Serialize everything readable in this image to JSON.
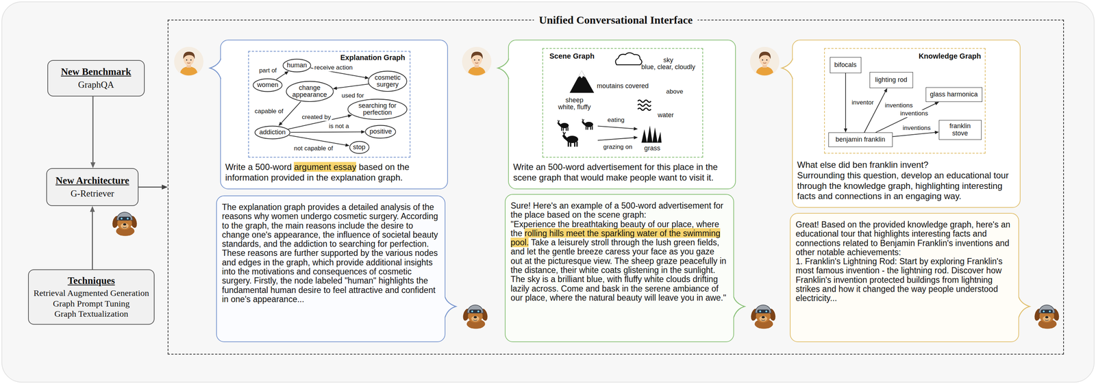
{
  "diagram": {
    "nodes": [
      {
        "text": [
          "New Benchmark",
          "GraphQA"
        ]
      },
      {
        "text": [
          "New Architecture",
          "G-Retriever"
        ]
      },
      {
        "text": [
          "Techniques",
          "Retrieval Augmented Generation",
          "Graph Prompt Tuning",
          "Graph Textualization"
        ]
      },
      {
        "text": [
          "Unified Conversational Interface"
        ]
      },
      {
        "text": [
          "Write a 500-word argument essay based on the information provided in the explanation graph."
        ],
        "in": 3
      },
      {
        "text": [
          "Explanation Graph"
        ],
        "in": 4
      },
      {
        "text": [
          "human"
        ],
        "in": 5
      },
      {
        "text": [
          "women"
        ],
        "in": 5
      },
      {
        "text": [
          "change appearance"
        ],
        "in": 5
      },
      {
        "text": [
          "cosmetic surgery"
        ],
        "in": 5
      },
      {
        "text": [
          "searching for perfection"
        ],
        "in": 5
      },
      {
        "text": [
          "addiction"
        ],
        "in": 5
      },
      {
        "text": [
          "positive"
        ],
        "in": 5
      },
      {
        "text": [
          "stop"
        ],
        "in": 5
      },
      {
        "text": [
          "The explanation graph provides a detailed analysis of the reasons why women undergo cosmetic surgery. According to the graph, the main reasons include the desire to change one's appearance, the influence of societal beauty standards, and the addiction to searching for perfection. These reasons are further supported by the various nodes and edges in the graph, which provide additional insights into the motivations and consequences of cosmetic surgery. Firstly, the node labeled \"human\" highlights the fundamental human desire to feel attractive and confident in one's appearance..."
        ],
        "in": 3
      },
      {
        "text": [
          "Write an 500-word advertisement for this place in the scene graph that would make people want to visit it."
        ],
        "in": 3
      },
      {
        "text": [
          "Scene Graph"
        ],
        "in": 15
      },
      {
        "text": [
          "moutains covered"
        ],
        "in": 16
      },
      {
        "text": [
          "sky",
          "blue, clear, cloudly"
        ],
        "in": 16
      },
      {
        "text": [
          "water"
        ],
        "in": 16
      },
      {
        "text": [
          "sheep",
          "white, fluffy"
        ],
        "in": 16
      },
      {
        "text": [
          "grass"
        ],
        "in": 16
      },
      {
        "text": [
          "Sure! Here's an example of a 500-word advertisement for the place based on the scene graph:",
          "\"Experience the breathtaking beauty of our place, where the rolling hills meet the sparkling water of the swimming pool. Take a leisurely stroll through the lush green fields, and let the gentle breeze caress your face as you gaze out at the picturesque view. The sheep graze peacefully in the distance, their white coats glistening in the sunlight. The sky is a brilliant blue, with fluffy white clouds drifting lazily across. Come and bask in the serene ambiance of our place, where the natural beauty will leave you in awe.\""
        ],
        "in": 3
      },
      {
        "text": [
          "What else did ben franklin invent?",
          "Surrounding this question, develop an educational tour through the knowledge graph, highlighting interesting facts and connections in an engaging way."
        ],
        "in": 3
      },
      {
        "text": [
          "Knowledge Graph"
        ],
        "in": 23
      },
      {
        "text": [
          "bifocals"
        ],
        "in": 24
      },
      {
        "text": [
          "lighting rod"
        ],
        "in": 24
      },
      {
        "text": [
          "glass harmonica"
        ],
        "in": 24
      },
      {
        "text": [
          "franklin stove"
        ],
        "in": 24
      },
      {
        "text": [
          "benjamin franklin"
        ],
        "in": 24
      },
      {
        "text": [
          "Great! Based on the provided knowledge graph, here's an educational tour that highlights interesting facts and connections related to Benjamin Franklin's inventions and other notable achievements:",
          "1. Franklin's Lightning Rod: Start by exploring Franklin's most famous invention - the lightning rod. Discover how Franklin's invention protected buildings from lightning strikes and how it changed the way people understood electricity..."
        ],
        "in": 3
      }
    ],
    "edges": [
      {
        "from": 0,
        "to": 1,
        "arrow": "to"
      },
      {
        "from": 2,
        "to": 1,
        "arrow": "to"
      },
      {
        "from": 1,
        "to": 3,
        "arrow": "to"
      },
      {
        "from": 7,
        "to": 6,
        "label": "part of",
        "arrow": "to"
      },
      {
        "from": 6,
        "to": 9,
        "label": "receive action",
        "arrow": "to"
      },
      {
        "from": 9,
        "to": 8,
        "label": "used for",
        "arrow": "to"
      },
      {
        "from": 8,
        "to": 11,
        "label": "capable of",
        "arrow": "to"
      },
      {
        "from": 11,
        "to": 10,
        "label": "created by",
        "arrow": "to"
      },
      {
        "from": 11,
        "to": 12,
        "label": "is not a",
        "arrow": "to"
      },
      {
        "from": 11,
        "to": 13,
        "label": "not capable of",
        "arrow": "to"
      },
      {
        "from": 20,
        "to": 21,
        "label": "eating",
        "arrow": "to"
      },
      {
        "from": 20,
        "to": 21,
        "label": "grazing on",
        "arrow": "to"
      },
      {
        "from": 25,
        "to": 29,
        "label": "inventor",
        "arrow": "to"
      },
      {
        "from": 29,
        "to": 26,
        "label": "inventions",
        "arrow": "to"
      },
      {
        "from": 29,
        "to": 27,
        "label": "inventions",
        "arrow": "to"
      },
      {
        "from": 29,
        "to": 28,
        "label": "inventions",
        "arrow": "to"
      }
    ],
    "labels": [
      "above"
    ]
  }
}
